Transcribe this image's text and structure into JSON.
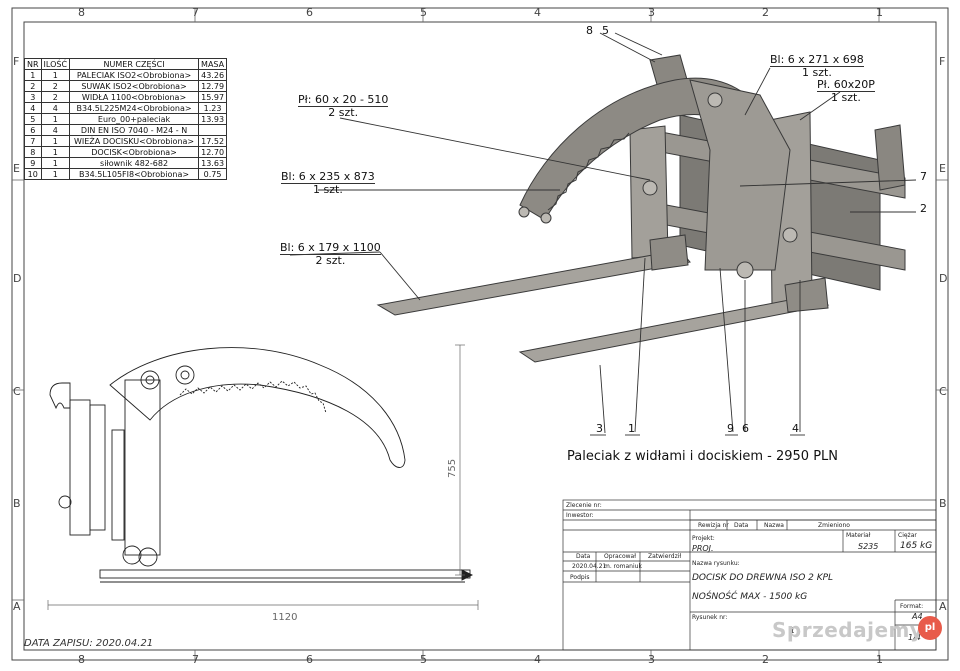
{
  "border_zones": {
    "cols_top": [
      "8",
      "7",
      "6",
      "5",
      "4",
      "3",
      "2",
      "1"
    ],
    "cols_bottom": [
      "8",
      "7",
      "6",
      "5",
      "4",
      "3",
      "2",
      "1"
    ],
    "rows_left": [
      "F",
      "E",
      "D",
      "C",
      "B",
      "A"
    ],
    "rows_right": [
      "F",
      "E",
      "D",
      "C",
      "B",
      "A"
    ]
  },
  "bom": {
    "headers": [
      "NR",
      "ILOŚĆ",
      "NUMER CZĘŚCI",
      "MASA"
    ],
    "rows": [
      [
        "1",
        "1",
        "PALECIAK ISO2<Obrobiona>",
        "43.26"
      ],
      [
        "2",
        "2",
        "SUWAK ISO2<Obrobiona>",
        "12.79"
      ],
      [
        "3",
        "2",
        "WIDŁA 1100<Obrobiona>",
        "15.97"
      ],
      [
        "4",
        "4",
        "B34.5L225M24<Obrobiona>",
        "1.23"
      ],
      [
        "5",
        "1",
        "Euro_00+paleciak",
        "13.93"
      ],
      [
        "6",
        "4",
        "DIN EN ISO 7040 - M24 - N",
        ""
      ],
      [
        "7",
        "1",
        "WIEŻA DOCISKU<Obrobiona>",
        "17.52"
      ],
      [
        "8",
        "1",
        "DOCISK<Obrobiona>",
        "12.70"
      ],
      [
        "9",
        "1",
        "siłownik 482-682",
        "13.63"
      ],
      [
        "10",
        "1",
        "B34.5L105FI8<Obrobiona>",
        "0.75"
      ]
    ]
  },
  "callouts": {
    "bl_271": {
      "line1": "Bl: 6 x 271 x 698",
      "line2": "1 szt."
    },
    "pl_60x20p": {
      "line1": "Pł. 60x20P",
      "line2": "1 szt."
    },
    "pl_60_20": {
      "line1": "Pł: 60 x 20 - 510",
      "line2": "2 szt."
    },
    "bl_235": {
      "line1": "Bl: 6 x 235 x 873",
      "line2": "1 szt."
    },
    "bl_179": {
      "line1": "Bl: 6 x 179 x 1100",
      "line2": "2 szt."
    }
  },
  "balloons": {
    "b8": "8",
    "b5": "5",
    "b7": "7",
    "b2": "2",
    "b3": "3",
    "b1": "1",
    "b9": "9",
    "b6": "6",
    "b4": "4"
  },
  "dimensions": {
    "height": "755",
    "width": "1120"
  },
  "caption": "Paleciak z widłami i dociskiem - 2950 PLN",
  "data_zapisu": "DATA ZAPISU:  2020.04.21",
  "title_block": {
    "zlecenie": "Zlecenie nr:",
    "inwestor": "Inwestor:",
    "rewizja": "Rewizja nr",
    "data": "Data",
    "nazwa": "Nazwa",
    "zmieniono": "Zmieniono",
    "projekt": "Projekt:",
    "proj_value": "PROJ.",
    "material_label": "Materiał",
    "material_value": "S235",
    "ciezar_label": "Ciężar",
    "ciezar_value": "165 kG",
    "nazwa_rysunku": "Nazwa rysunku:",
    "col_data": "Data",
    "col_opracowal": "Opracował",
    "col_zatwierdzil": "Zatwierdził",
    "date_value": "2020.04.21",
    "author_value": "m. romaniuk",
    "podpis": "Podpis",
    "drawing_name": "DOCISK DO DREWNA ISO 2 KPL",
    "capacity": "NOŚNOŚĆ MAX - 1500 kG",
    "rysunek_nr": "Rysunek nr:",
    "rysunek_value": "1",
    "format_label": "Format:",
    "format_value": "A4",
    "sheet_value": "1/4"
  },
  "watermark": {
    "text": "Sprzedajemy",
    "badge": "pl"
  }
}
